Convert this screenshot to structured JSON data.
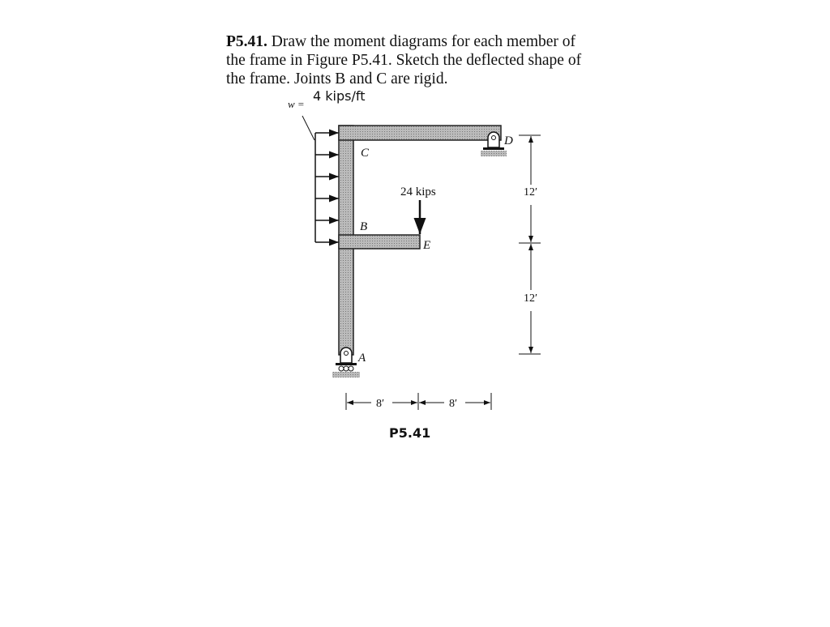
{
  "problem": {
    "number": "P5.41.",
    "line1": "Draw the moment diagrams for each member of",
    "line2": "the frame in Figure P5.41. Sketch the deflected shape of",
    "line3": "the frame. Joints B and C are rigid."
  },
  "figure": {
    "load_label": "w =",
    "load_value": "4 kips/ft",
    "point_load": "24 kips",
    "joints": {
      "A": "A",
      "B": "B",
      "C": "C",
      "D": "D",
      "E": "E"
    },
    "dim_vertical_upper": "12′",
    "dim_vertical_lower": "12′",
    "dim_horizontal_left": "8′",
    "dim_horizontal_right": "8′",
    "caption": "P5.41"
  }
}
